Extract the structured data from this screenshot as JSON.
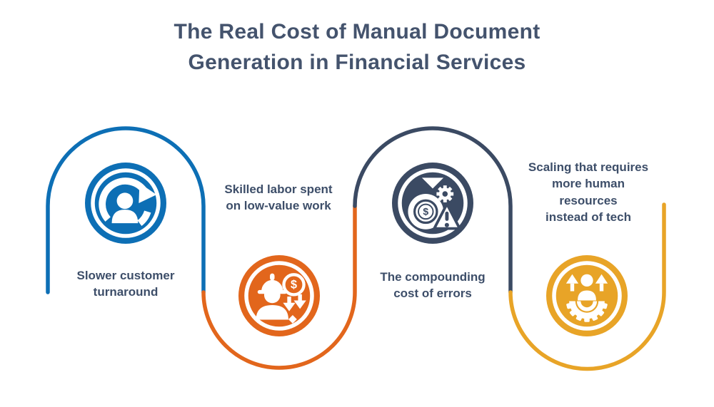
{
  "title": {
    "line1": "The Real Cost of Manual Document",
    "line2": "Generation in Financial Services"
  },
  "colors": {
    "background": "#ffffff",
    "blue": "#0d6fb5",
    "orange": "#e2661c",
    "navy": "#3b4a63",
    "yellow": "#e8a427",
    "title_text": "#44536d",
    "label_text": "#3d4e69"
  },
  "steps": [
    {
      "name": "slower-customer-turnaround",
      "icon": "customer-refresh-icon",
      "color_key": "blue",
      "lines": [
        "Slower customer",
        "turnaround"
      ]
    },
    {
      "name": "skilled-labor-low-value-work",
      "icon": "worker-dollar-decrease-icon",
      "color_key": "orange",
      "lines": [
        "Skilled labor spent",
        "on low-value work"
      ]
    },
    {
      "name": "compounding-cost-of-errors",
      "icon": "moneybag-error-icon",
      "color_key": "navy",
      "lines": [
        "The compounding",
        "cost of errors"
      ]
    },
    {
      "name": "scaling-human-resources",
      "icon": "person-gear-scaling-icon",
      "color_key": "yellow",
      "lines": [
        "Scaling that requires",
        "more human",
        "resources",
        "instead of tech"
      ]
    }
  ],
  "glyphs": {
    "dollar": "$"
  }
}
